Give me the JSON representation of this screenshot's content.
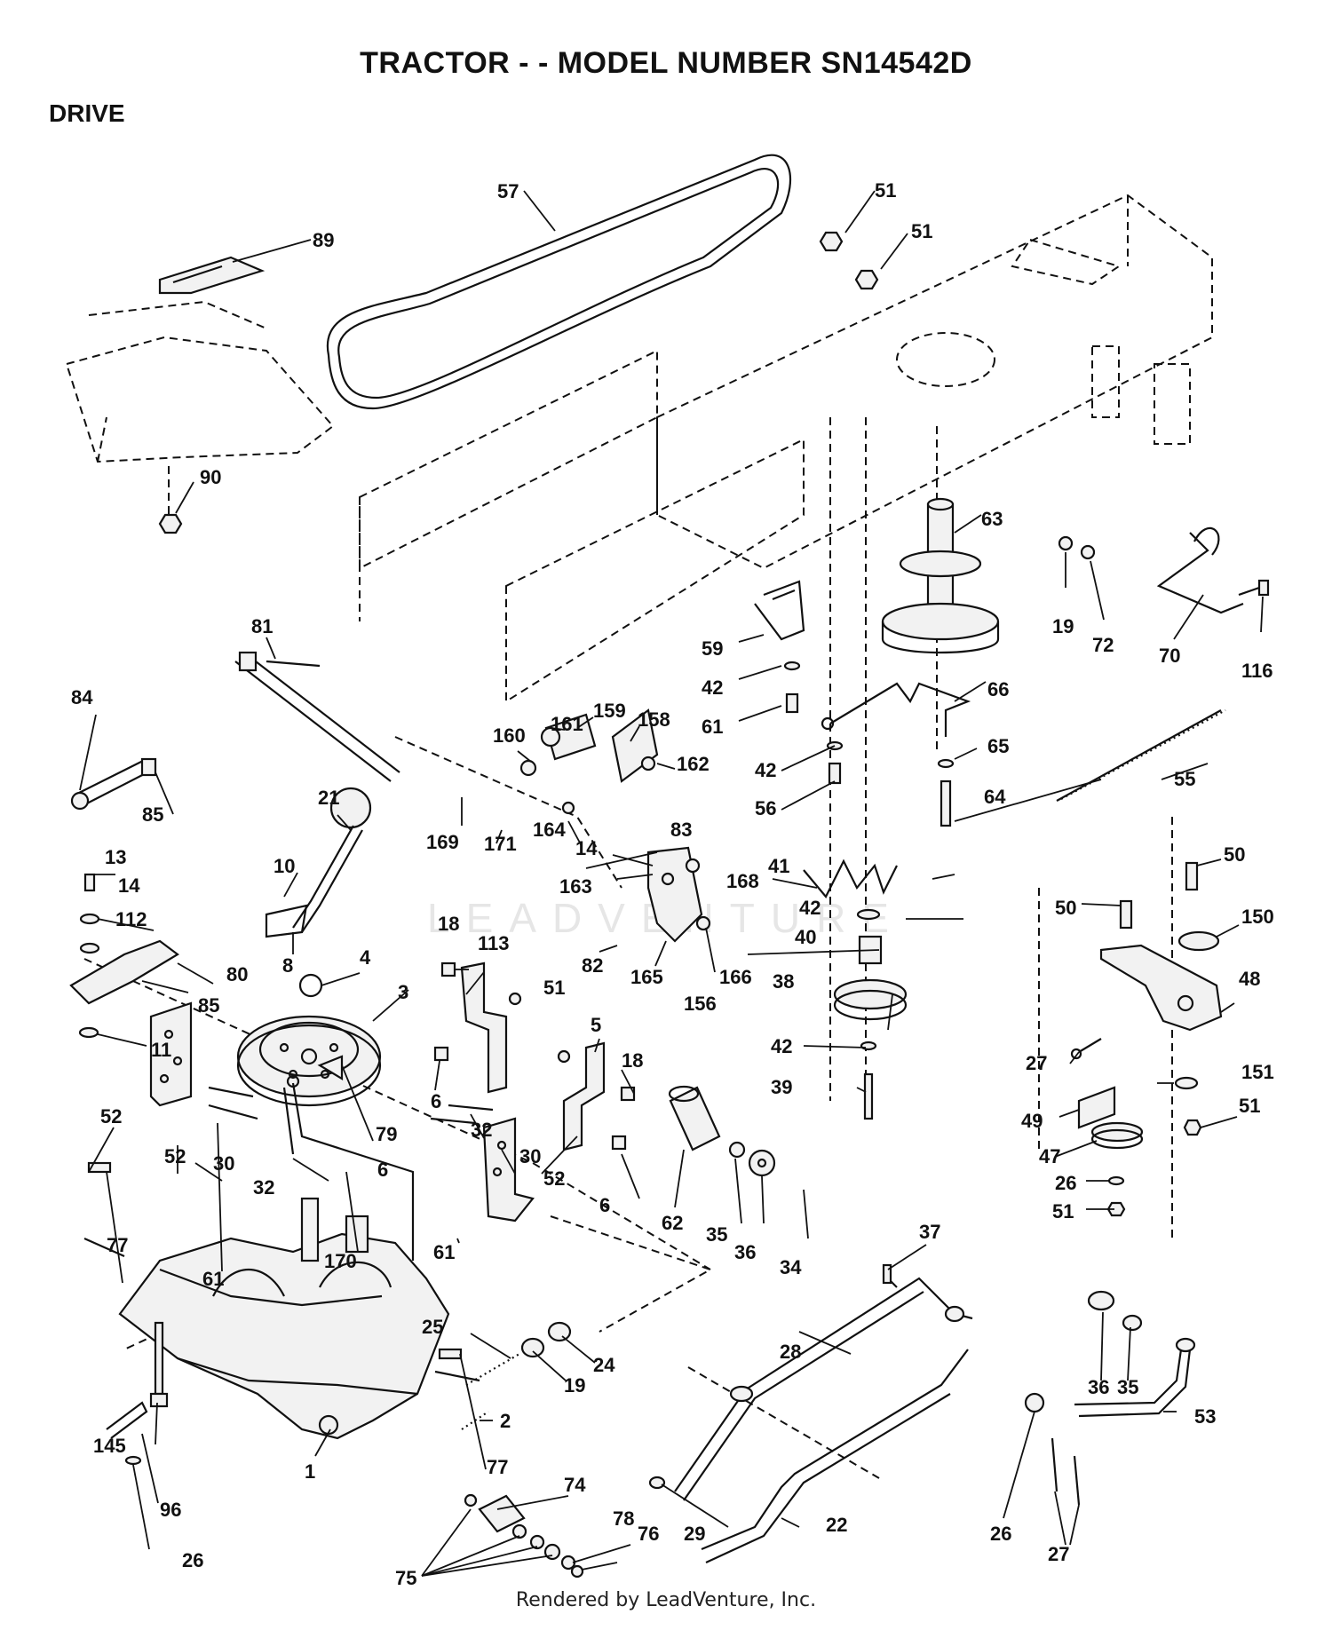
{
  "title": "TRACTOR - - MODEL NUMBER SN14542D",
  "section": "DRIVE",
  "footer": "Rendered by LeadVenture, Inc.",
  "watermark": "LEADVENTURE",
  "callouts": [
    {
      "id": "c57",
      "text": "57"
    },
    {
      "id": "c51a",
      "text": "51"
    },
    {
      "id": "c51b",
      "text": "51"
    },
    {
      "id": "c89",
      "text": "89"
    },
    {
      "id": "c90",
      "text": "90"
    },
    {
      "id": "c63",
      "text": "63"
    },
    {
      "id": "c19a",
      "text": "19"
    },
    {
      "id": "c72",
      "text": "72"
    },
    {
      "id": "c70",
      "text": "70"
    },
    {
      "id": "c116",
      "text": "116"
    },
    {
      "id": "c81",
      "text": "81"
    },
    {
      "id": "c59",
      "text": "59"
    },
    {
      "id": "c42a",
      "text": "42"
    },
    {
      "id": "c61a",
      "text": "61"
    },
    {
      "id": "c66",
      "text": "66"
    },
    {
      "id": "c84",
      "text": "84"
    },
    {
      "id": "c160",
      "text": "160"
    },
    {
      "id": "c161",
      "text": "161"
    },
    {
      "id": "c159",
      "text": "159"
    },
    {
      "id": "c158",
      "text": "158"
    },
    {
      "id": "c162",
      "text": "162"
    },
    {
      "id": "c42b",
      "text": "42"
    },
    {
      "id": "c65",
      "text": "65"
    },
    {
      "id": "c56",
      "text": "56"
    },
    {
      "id": "c64",
      "text": "64"
    },
    {
      "id": "c55",
      "text": "55"
    },
    {
      "id": "c85a",
      "text": "85"
    },
    {
      "id": "c21",
      "text": "21"
    },
    {
      "id": "c169",
      "text": "169"
    },
    {
      "id": "c171",
      "text": "171"
    },
    {
      "id": "c164",
      "text": "164"
    },
    {
      "id": "c14a",
      "text": "14"
    },
    {
      "id": "c83",
      "text": "83"
    },
    {
      "id": "c41",
      "text": "41"
    },
    {
      "id": "c13",
      "text": "13"
    },
    {
      "id": "c10",
      "text": "10"
    },
    {
      "id": "c163",
      "text": "163"
    },
    {
      "id": "c14b",
      "text": "14"
    },
    {
      "id": "c168",
      "text": "168"
    },
    {
      "id": "c42c",
      "text": "42"
    },
    {
      "id": "c50a",
      "text": "50"
    },
    {
      "id": "c50b",
      "text": "50"
    },
    {
      "id": "c150",
      "text": "150"
    },
    {
      "id": "c112",
      "text": "112"
    },
    {
      "id": "c18a",
      "text": "18"
    },
    {
      "id": "c113",
      "text": "113"
    },
    {
      "id": "c82",
      "text": "82"
    },
    {
      "id": "c165",
      "text": "165"
    },
    {
      "id": "c156",
      "text": "156"
    },
    {
      "id": "c166",
      "text": "166"
    },
    {
      "id": "c40",
      "text": "40"
    },
    {
      "id": "c8",
      "text": "8"
    },
    {
      "id": "c80",
      "text": "80"
    },
    {
      "id": "c4",
      "text": "4"
    },
    {
      "id": "c85b",
      "text": "85"
    },
    {
      "id": "c3",
      "text": "3"
    },
    {
      "id": "c51c",
      "text": "51"
    },
    {
      "id": "c38",
      "text": "38"
    },
    {
      "id": "c48",
      "text": "48"
    },
    {
      "id": "c11",
      "text": "11"
    },
    {
      "id": "c5",
      "text": "5"
    },
    {
      "id": "c18b",
      "text": "18"
    },
    {
      "id": "c42d",
      "text": "42"
    },
    {
      "id": "c27a",
      "text": "27"
    },
    {
      "id": "c6a",
      "text": "6"
    },
    {
      "id": "c39",
      "text": "39"
    },
    {
      "id": "c151",
      "text": "151"
    },
    {
      "id": "c49",
      "text": "49"
    },
    {
      "id": "c51d",
      "text": "51"
    },
    {
      "id": "c52a",
      "text": "52"
    },
    {
      "id": "c79",
      "text": "79"
    },
    {
      "id": "c32a",
      "text": "32"
    },
    {
      "id": "c47",
      "text": "47"
    },
    {
      "id": "c52b",
      "text": "52"
    },
    {
      "id": "c30a",
      "text": "30"
    },
    {
      "id": "c6b",
      "text": "6"
    },
    {
      "id": "c30b",
      "text": "30"
    },
    {
      "id": "c62",
      "text": "62"
    },
    {
      "id": "c26a",
      "text": "26"
    },
    {
      "id": "c32b",
      "text": "32"
    },
    {
      "id": "c52c",
      "text": "52"
    },
    {
      "id": "c6c",
      "text": "6"
    },
    {
      "id": "c51e",
      "text": "51"
    },
    {
      "id": "c35a",
      "text": "35"
    },
    {
      "id": "c36a",
      "text": "36"
    },
    {
      "id": "c34",
      "text": "34"
    },
    {
      "id": "c61b",
      "text": "61"
    },
    {
      "id": "c61c",
      "text": "61"
    },
    {
      "id": "c170",
      "text": "170"
    },
    {
      "id": "c77a",
      "text": "77"
    },
    {
      "id": "c37",
      "text": "37"
    },
    {
      "id": "c25",
      "text": "25"
    },
    {
      "id": "c24",
      "text": "24"
    },
    {
      "id": "c28",
      "text": "28"
    },
    {
      "id": "c36b",
      "text": "36"
    },
    {
      "id": "c19b",
      "text": "19"
    },
    {
      "id": "c35b",
      "text": "35"
    },
    {
      "id": "c2",
      "text": "2"
    },
    {
      "id": "c53",
      "text": "53"
    },
    {
      "id": "c145",
      "text": "145"
    },
    {
      "id": "c77b",
      "text": "77"
    },
    {
      "id": "c74",
      "text": "74"
    },
    {
      "id": "c29",
      "text": "29"
    },
    {
      "id": "c22",
      "text": "22"
    },
    {
      "id": "c26b",
      "text": "26"
    },
    {
      "id": "c96",
      "text": "96"
    },
    {
      "id": "c78",
      "text": "78"
    },
    {
      "id": "c76",
      "text": "76"
    },
    {
      "id": "c27b",
      "text": "27"
    },
    {
      "id": "c1",
      "text": "1"
    },
    {
      "id": "c26c",
      "text": "26"
    },
    {
      "id": "c75",
      "text": "75"
    }
  ]
}
